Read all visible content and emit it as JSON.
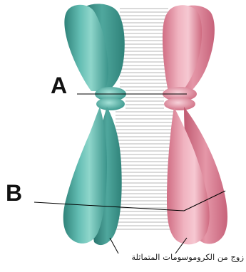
{
  "labels": {
    "a": "A",
    "b": "B"
  },
  "caption": "زوج من الكروموسومات المتماثلة",
  "colors": {
    "left_chromosome": "#4ea9a0",
    "right_chromosome": "#e28fa0",
    "connector_lines": "#b5b5b5",
    "pointer_lines": "#000000"
  }
}
